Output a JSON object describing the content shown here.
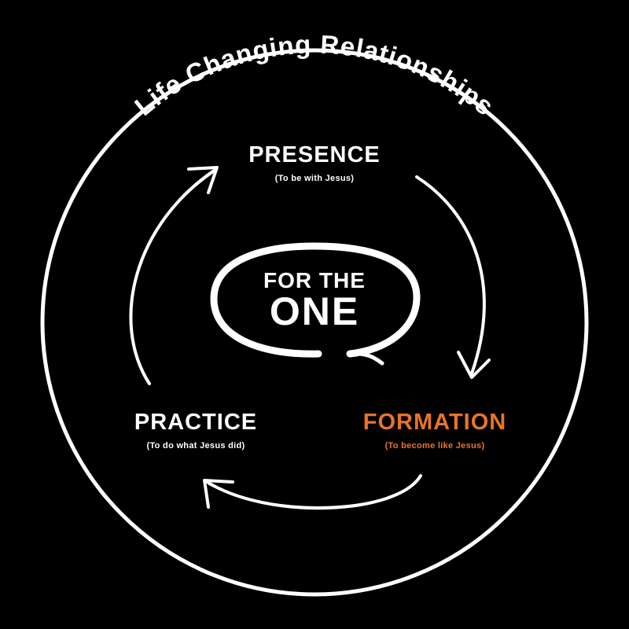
{
  "diagram": {
    "heading": "Life Changing Relationships",
    "center": {
      "line1": "FOR THE",
      "line2": "ONE"
    },
    "nodes": {
      "presence": {
        "title": "PRESENCE",
        "subtitle": "(To be with Jesus)"
      },
      "formation": {
        "title": "FORMATION",
        "subtitle": "(To become like Jesus)"
      },
      "practice": {
        "title": "PRACTICE",
        "subtitle": "(To do what Jesus did)"
      }
    },
    "colors": {
      "background": "#000000",
      "foreground": "#ffffff",
      "accent": "#e8742a"
    }
  }
}
